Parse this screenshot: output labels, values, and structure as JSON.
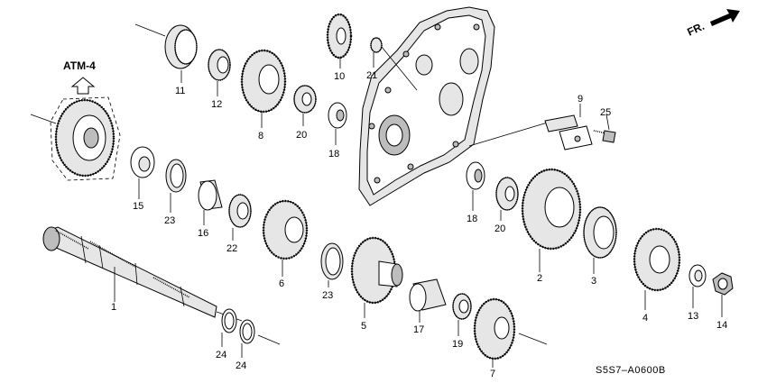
{
  "diagram": {
    "code": "S5S7–A0600B",
    "tag": "ATM-4",
    "direction_label": "FR.",
    "callouts": [
      {
        "id": "c1",
        "label": "1"
      },
      {
        "id": "c2",
        "label": "2"
      },
      {
        "id": "c3",
        "label": "3"
      },
      {
        "id": "c4",
        "label": "4"
      },
      {
        "id": "c5",
        "label": "5"
      },
      {
        "id": "c6",
        "label": "6"
      },
      {
        "id": "c7",
        "label": "7"
      },
      {
        "id": "c8",
        "label": "8"
      },
      {
        "id": "c9",
        "label": "9"
      },
      {
        "id": "c10",
        "label": "10"
      },
      {
        "id": "c11",
        "label": "11"
      },
      {
        "id": "c12",
        "label": "12"
      },
      {
        "id": "c13",
        "label": "13"
      },
      {
        "id": "c14",
        "label": "14"
      },
      {
        "id": "c15",
        "label": "15"
      },
      {
        "id": "c16",
        "label": "16"
      },
      {
        "id": "c17",
        "label": "17"
      },
      {
        "id": "c18a",
        "label": "18"
      },
      {
        "id": "c18b",
        "label": "18"
      },
      {
        "id": "c19",
        "label": "19"
      },
      {
        "id": "c20a",
        "label": "20"
      },
      {
        "id": "c20b",
        "label": "20"
      },
      {
        "id": "c21",
        "label": "21"
      },
      {
        "id": "c22",
        "label": "22"
      },
      {
        "id": "c23a",
        "label": "23"
      },
      {
        "id": "c23b",
        "label": "23"
      },
      {
        "id": "c24a",
        "label": "24"
      },
      {
        "id": "c24b",
        "label": "24"
      },
      {
        "id": "c25",
        "label": "25"
      }
    ]
  }
}
